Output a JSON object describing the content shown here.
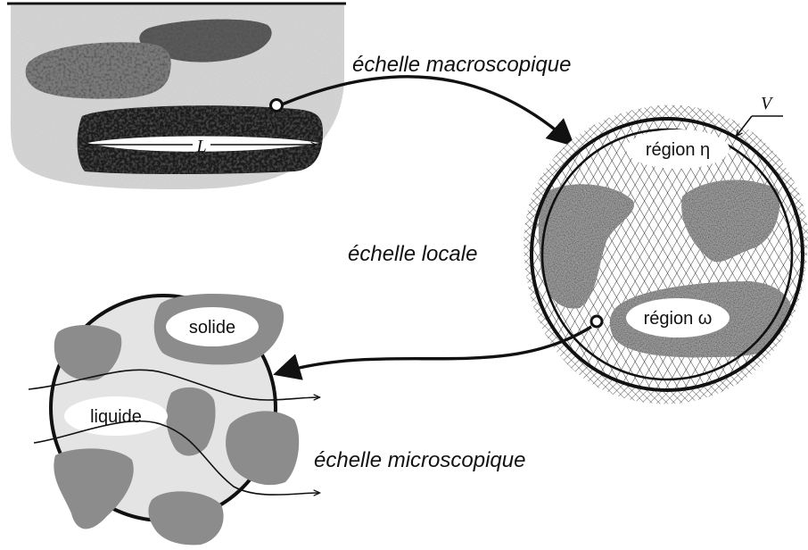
{
  "labels": {
    "macro_scale": "échelle macroscopique",
    "local_scale": "échelle locale",
    "micro_scale": "échelle microscopique",
    "length_symbol": "L",
    "volume_symbol": "V",
    "region_eta": "région η",
    "region_omega": "région ω",
    "solid": "solide",
    "liquid": "liquide"
  },
  "colors": {
    "ink": "#111111",
    "light_fill": "#dcdcdc",
    "solid_grey": "#8c8c8c",
    "micro_disc": "#e4e4e4",
    "background": "#ffffff"
  }
}
